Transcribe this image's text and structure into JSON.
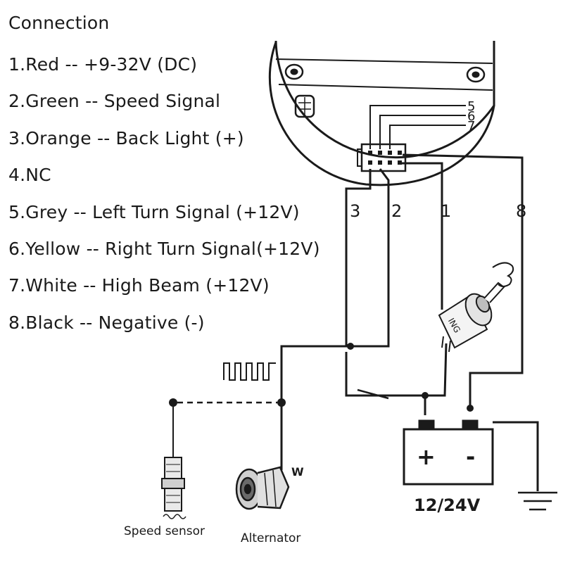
{
  "legend": {
    "title": "Connection",
    "items": [
      "1.Red -- +9-32V (DC)",
      "2.Green -- Speed Signal",
      "3.Orange -- Back Light (+)",
      "4.NC",
      "5.Grey -- Left Turn Signal (+12V)",
      "6.Yellow -- Right Turn Signal(+12V)",
      "7.White -- High Beam (+12V)",
      "8.Black -- Negative (-)"
    ]
  },
  "gauge": {
    "pin_labels": [
      "5",
      "6",
      "7"
    ]
  },
  "wires": {
    "labels": [
      "3",
      "2",
      "1",
      "8"
    ]
  },
  "ignition": {
    "label": "ING"
  },
  "battery": {
    "plus": "+",
    "minus": "-",
    "voltage": "12/24V"
  },
  "alternator": {
    "label": "Alternator",
    "terminal": "W"
  },
  "speed_sensor": {
    "label": "Speed sensor"
  }
}
